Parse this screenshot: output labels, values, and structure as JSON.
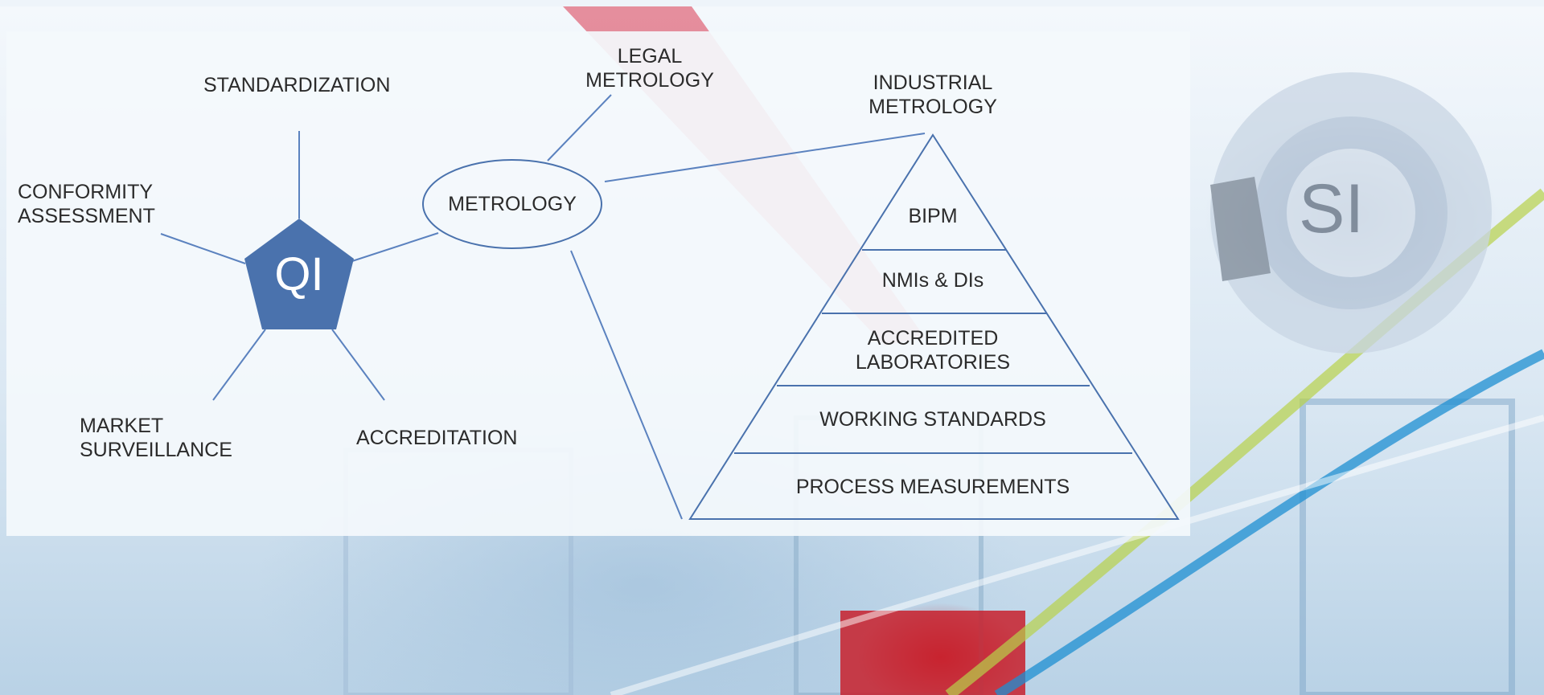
{
  "qi_diagram": {
    "center": "QI",
    "standardization": "STANDARDIZATION",
    "conformity_assessment": [
      "CONFORMITY",
      "ASSESSMENT"
    ],
    "market_surveillance": [
      "MARKET",
      "SURVEILLANCE"
    ],
    "accreditation": "ACCREDITATION",
    "metrology": "METROLOGY"
  },
  "metrology_branches": {
    "legal": [
      "LEGAL",
      "METROLOGY"
    ],
    "industrial": [
      "INDUSTRIAL",
      "METROLOGY"
    ]
  },
  "pyramid": {
    "levels": [
      [
        "BIPM"
      ],
      [
        "NMIs & DIs"
      ],
      [
        "ACCREDITED",
        "LABORATORIES"
      ],
      [
        "WORKING STANDARDS"
      ],
      [
        "PROCESS MEASUREMENTS"
      ]
    ]
  },
  "background": {
    "si_logo_text": "SI"
  },
  "colors": {
    "accent": "#4a72ad",
    "line": "#5b82bf",
    "text": "#2b2b2b"
  }
}
